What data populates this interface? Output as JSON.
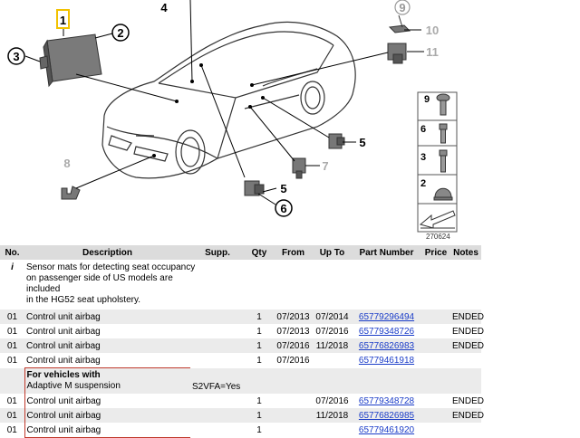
{
  "diagram": {
    "callouts": [
      "1",
      "2",
      "3",
      "4",
      "5",
      "5",
      "6",
      "7",
      "8",
      "9",
      "10",
      "11"
    ],
    "kit_labels": [
      "9",
      "6",
      "3",
      "2"
    ],
    "figure_number": "270624"
  },
  "table": {
    "headers": [
      "No.",
      "Description",
      "Supp.",
      "Qty",
      "From",
      "Up To",
      "Part Number",
      "Price",
      "Notes"
    ],
    "info": {
      "marker": "i",
      "lines": [
        "Sensor mats for detecting seat occupancy",
        "on passenger side of US models are",
        "included",
        "in the HG52 seat upholstery."
      ]
    },
    "rows_a": [
      {
        "no": "01",
        "desc": "Control unit airbag",
        "supp": "",
        "qty": "1",
        "from": "07/2013",
        "upto": "07/2014",
        "part": "65779296494",
        "price": "",
        "notes": "ENDED"
      },
      {
        "no": "01",
        "desc": "Control unit airbag",
        "supp": "",
        "qty": "1",
        "from": "07/2013",
        "upto": "07/2016",
        "part": "65779348726",
        "price": "",
        "notes": "ENDED"
      },
      {
        "no": "01",
        "desc": "Control unit airbag",
        "supp": "",
        "qty": "1",
        "from": "07/2016",
        "upto": "11/2018",
        "part": "65776826983",
        "price": "",
        "notes": "ENDED"
      },
      {
        "no": "01",
        "desc": "Control unit airbag",
        "supp": "",
        "qty": "1",
        "from": "07/2016",
        "upto": "",
        "part": "65779461918",
        "price": "",
        "notes": ""
      }
    ],
    "condition": {
      "line1": "For vehicles with",
      "line2": "Adaptive M suspension",
      "supp": "S2VFA=Yes"
    },
    "rows_b": [
      {
        "no": "01",
        "desc": "Control unit airbag",
        "supp": "",
        "qty": "1",
        "from": "",
        "upto": "07/2016",
        "part": "65779348728",
        "price": "",
        "notes": "ENDED"
      },
      {
        "no": "01",
        "desc": "Control unit airbag",
        "supp": "",
        "qty": "1",
        "from": "",
        "upto": "11/2018",
        "part": "65776826985",
        "price": "",
        "notes": "ENDED"
      },
      {
        "no": "01",
        "desc": "Control unit airbag",
        "supp": "",
        "qty": "1",
        "from": "",
        "upto": "",
        "part": "65779461920",
        "price": "",
        "notes": ""
      }
    ]
  },
  "colors": {
    "link": "#1a3cc8",
    "highlight": "#f2c200",
    "redbox": "#c0392b",
    "header_bg": "#dcdcdc",
    "alt_bg": "#ebebeb"
  }
}
